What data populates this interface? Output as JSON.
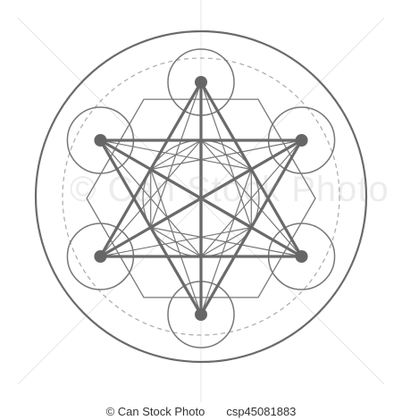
{
  "watermark": "© Can Stock Photo",
  "footer": {
    "copyright": "© Can Stock Photo",
    "image_id": "csp45081883"
  },
  "colors": {
    "line": "#666666",
    "dash": "#aaaaaa",
    "background": "#ffffff"
  }
}
